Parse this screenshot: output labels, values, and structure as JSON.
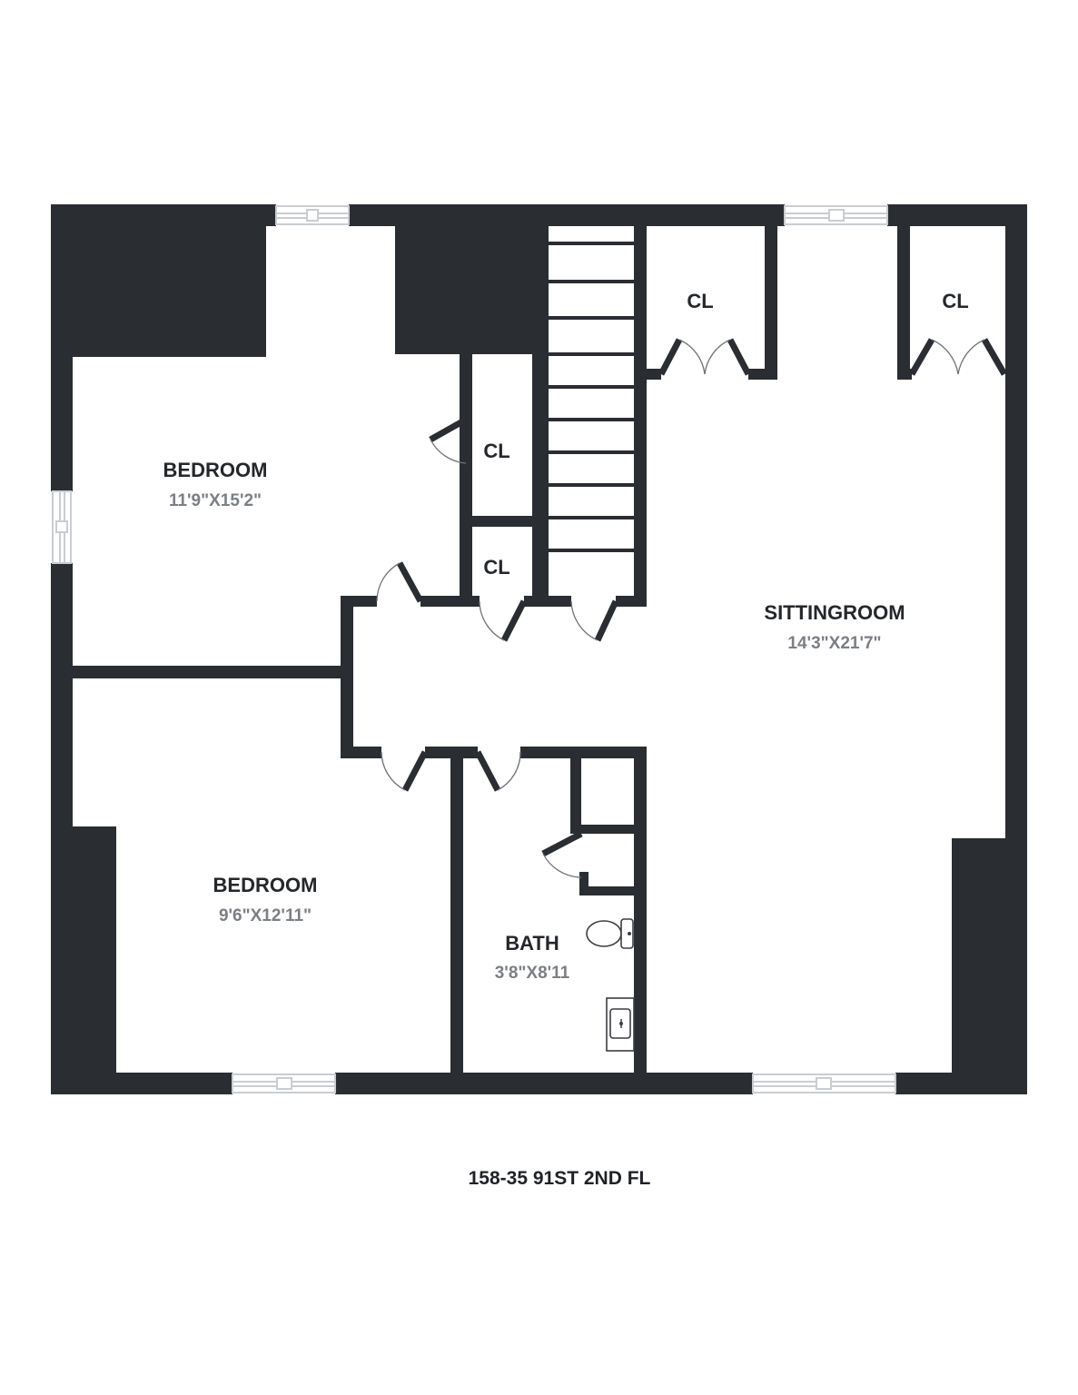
{
  "plan": {
    "caption": "158-35 91ST  2ND FL",
    "rooms": {
      "bedroom_top": {
        "name": "BEDROOM",
        "dimensions": "11'9\"X15'2\""
      },
      "bedroom_bottom": {
        "name": "BEDROOM",
        "dimensions": "9'6\"X12'11\""
      },
      "sitting_room": {
        "name": "SITTINGROOM",
        "dimensions": "14'3\"X21'7\""
      },
      "bath": {
        "name": "BATH",
        "dimensions": "3'8\"X8'11"
      }
    },
    "closets": {
      "closet_upper_middle": "CL",
      "closet_lower_middle": "CL",
      "closet_top_stair": "CL",
      "closet_top_right": "CL"
    },
    "colors": {
      "wall": "#2a2d32",
      "window_frame": "#c9cdd2",
      "room_label": "#24272b",
      "dimension_label": "#7b7f85"
    }
  }
}
